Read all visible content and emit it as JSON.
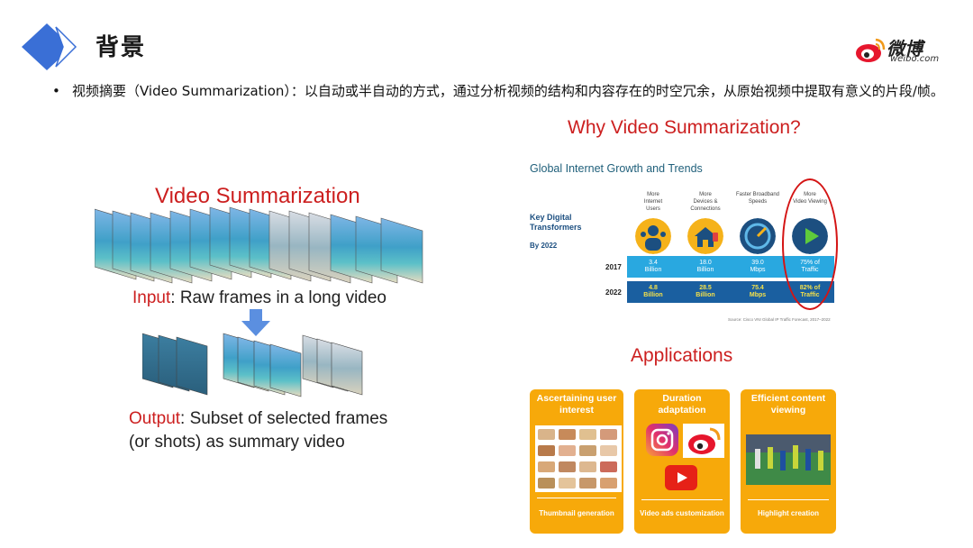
{
  "slide": {
    "title": "背景",
    "bullet_symbol": "•",
    "bullet_text": "视频摘要（Video Summarization）：以自动或半自动的方式，通过分析视频的结构和内容存在的时空冗余，从原始视频中提取有意义的片段/帧。"
  },
  "brand": {
    "name": "微博",
    "url": "weibo.com",
    "accent_blue": "#3a6fd6",
    "accent_red": "#cc1f1f"
  },
  "left_figure": {
    "title": "Video Summarization",
    "input_key": "Input",
    "input_rest": ": Raw frames in a long video",
    "output_key": "Output",
    "output_rest": ": Subset of selected frames",
    "output_line2": "(or shots) as summary video"
  },
  "why": {
    "title": "Why Video Summarization?",
    "panel_title": "Global Internet Growth and Trends",
    "key_line1": "Key Digital",
    "key_line2": "Transformers",
    "by_year": "By 2022",
    "columns": [
      {
        "head1": "More",
        "head2": "Internet",
        "head3": "Users",
        "y2017": "3.4",
        "y2017b": "Billion",
        "y2022": "4.8",
        "y2022b": "Billion",
        "color": "#f5b21a"
      },
      {
        "head1": "More",
        "head2": "Devices &",
        "head3": "Connections",
        "y2017": "18.0",
        "y2017b": "Billion",
        "y2022": "28.5",
        "y2022b": "Billion",
        "color": "#f5b21a"
      },
      {
        "head1": "Faster",
        "head2": "Broadband",
        "head3": "Speeds",
        "y2017": "39.0",
        "y2017b": "Mbps",
        "y2022": "75.4",
        "y2022b": "Mbps",
        "color": "#1c4f80"
      },
      {
        "head1": "More",
        "head2": "Video Viewing",
        "head3": "",
        "y2017": "75% of",
        "y2017b": "Traffic",
        "y2022": "82% of",
        "y2022b": "Traffic",
        "color": "#1c4f80"
      }
    ],
    "year1": "2017",
    "year2": "2022",
    "source": "Source: Cisco VNI Global IP Traffic Forecast, 2017–2022"
  },
  "applications": {
    "title": "Applications",
    "cards": [
      {
        "head": "Ascertaining user interest",
        "foot": "Thumbnail generation"
      },
      {
        "head": "Duration adaptation",
        "foot": "Video ads customization"
      },
      {
        "head": "Efficient content viewing",
        "foot": "Highlight creation"
      }
    ]
  },
  "icons": [
    "diamond-logo-icon",
    "weibo-eye-icon",
    "instagram-icon",
    "youtube-icon",
    "play-icon",
    "arrow-down-icon"
  ]
}
